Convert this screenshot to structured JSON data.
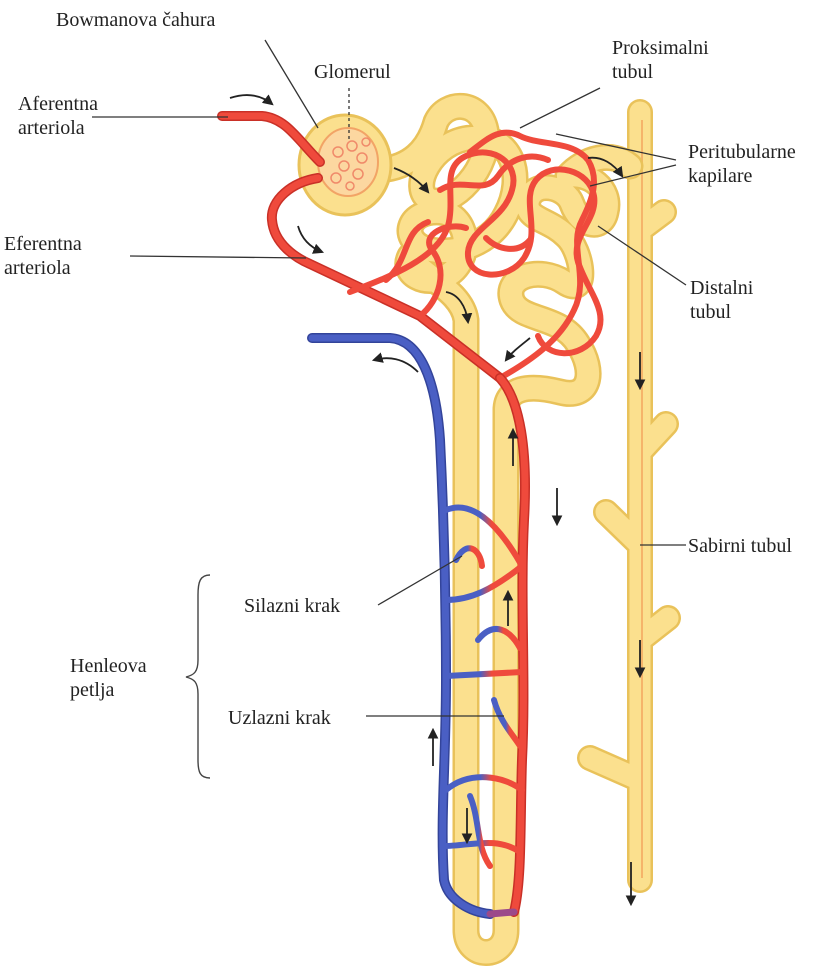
{
  "labels": {
    "bowman": "Bowmanova čahura",
    "glomerul": "Glomerul",
    "aferentna": [
      "Aferentna",
      "arteriola"
    ],
    "eferentna": [
      "Eferentna",
      "arteriola"
    ],
    "proksimalni": [
      "Proksimalni",
      "tubul"
    ],
    "peritubularne": [
      "Peritubularne",
      "kapilare"
    ],
    "distalni": [
      "Distalni",
      "tubul"
    ],
    "sabirni": "Sabirni tubul",
    "silazni": "Silazni krak",
    "uzlazni": "Uzlazni krak",
    "henleova": [
      "Henleova",
      "petlja"
    ]
  },
  "colors": {
    "tubule_fill": "#fbe08e",
    "tubule_edge": "#e9c25a",
    "artery": "#ef4a3c",
    "artery_edge": "#c93027",
    "vein": "#4a5fc4",
    "vein_edge": "#33449a",
    "leader": "#333333",
    "arrow": "#222222"
  }
}
